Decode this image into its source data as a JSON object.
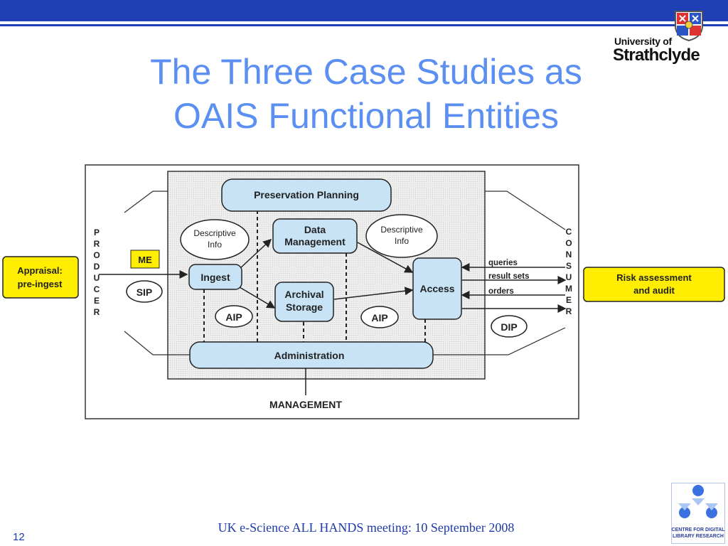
{
  "slide": {
    "title_line1": "The Three Case Studies as",
    "title_line2": "OAIS Functional Entities",
    "footer": "UK e-Science ALL HANDS meeting: 10 September 2008",
    "page_number": "12"
  },
  "logos": {
    "university_line1": "University of",
    "university_line2": "Strathclyde",
    "cdlr_line1": "CENTRE FOR DIGITAL",
    "cdlr_line2": "LIBRARY RESEARCH"
  },
  "diagram": {
    "preservation_planning": "Preservation Planning",
    "descriptive_info_left_1": "Descriptive",
    "descriptive_info_left_2": "Info",
    "descriptive_info_right_1": "Descriptive",
    "descriptive_info_right_2": "Info",
    "data_management_1": "Data",
    "data_management_2": "Management",
    "ingest": "Ingest",
    "archival_storage_1": "Archival",
    "archival_storage_2": "Storage",
    "access": "Access",
    "administration": "Administration",
    "management": "MANAGEMENT",
    "me": "ME",
    "sip": "SIP",
    "aip_left": "AIP",
    "aip_right": "AIP",
    "dip": "DIP",
    "queries": "queries",
    "result_sets": "result sets",
    "orders": "orders",
    "producer_letters": [
      "P",
      "R",
      "O",
      "D",
      "U",
      "C",
      "E",
      "R"
    ],
    "consumer_letters": [
      "C",
      "O",
      "N",
      "S",
      "U",
      "M",
      "E",
      "R"
    ],
    "appraisal_1": "Appraisal:",
    "appraisal_2": "pre-ingest",
    "risk_1": "Risk assessment",
    "risk_2": "and audit"
  },
  "colors": {
    "title": "#5b8ff2",
    "entity_fill": "#c7e3f5",
    "highlight_yellow": "#ffee00",
    "footer_text": "#1e3aa8"
  }
}
